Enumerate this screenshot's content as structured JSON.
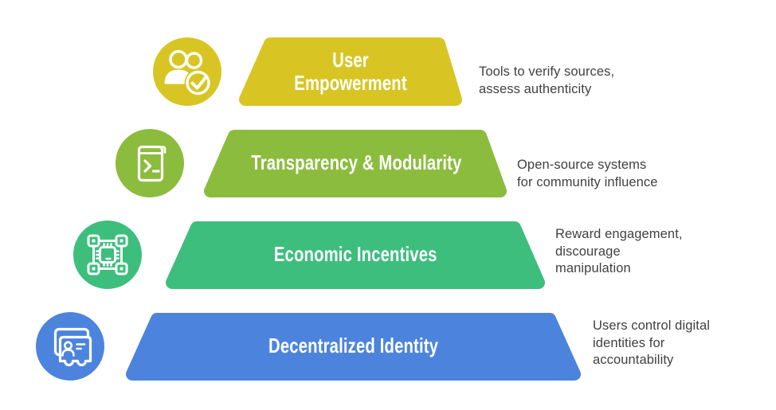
{
  "diagram": {
    "type": "inverted-pyramid-infographic",
    "levels": [
      {
        "rank": 1,
        "label": "User Empowerment",
        "description": "Tools to verify sources,\nassess authenticity",
        "color": "#d8c524",
        "icon": "users-check-icon"
      },
      {
        "rank": 2,
        "label": "Transparency & Modularity",
        "description": "Open-source systems\nfor community influence",
        "color": "#8bbc3e",
        "icon": "terminal-book-icon"
      },
      {
        "rank": 3,
        "label": "Economic Incentives",
        "description": "Reward engagement,\ndiscourage\nmanipulation",
        "color": "#3dbe7d",
        "icon": "chip-network-icon"
      },
      {
        "rank": 4,
        "label": "Decentralized Identity",
        "description": "Users control digital\nidentities for\naccountability",
        "color": "#4c84dd",
        "icon": "id-card-icon"
      }
    ],
    "text_color": "#414141",
    "label_color": "#ffffff"
  }
}
